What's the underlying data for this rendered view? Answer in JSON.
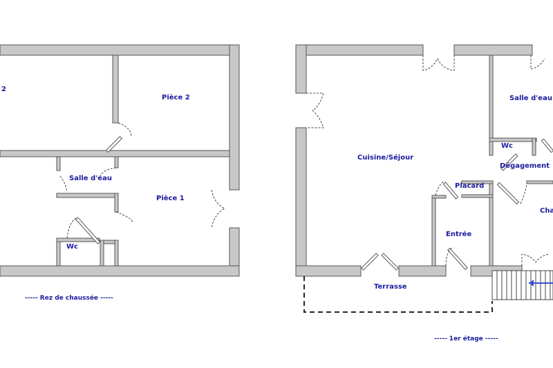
{
  "ground_floor": {
    "caption": "----- Rez de chaussée -----",
    "rooms": {
      "piece_2_partial": "2",
      "piece_2": "Pièce 2",
      "salle_deau": "Salle d'eau",
      "piece_1": "Pièce 1",
      "wc": "Wc"
    }
  },
  "first_floor": {
    "caption": "----- 1er étage -----",
    "rooms": {
      "cuisine_sejour": "Cuisine/Séjour",
      "salle_deau": "Salle d'eau",
      "wc": "Wc",
      "degagement": "Dégagement",
      "placard": "Placard",
      "chambre_partial": "Cha",
      "entree": "Entrée",
      "terrasse": "Terrasse"
    }
  },
  "colors": {
    "label": "#1a1aa0",
    "wall": "#c8c8c8"
  }
}
